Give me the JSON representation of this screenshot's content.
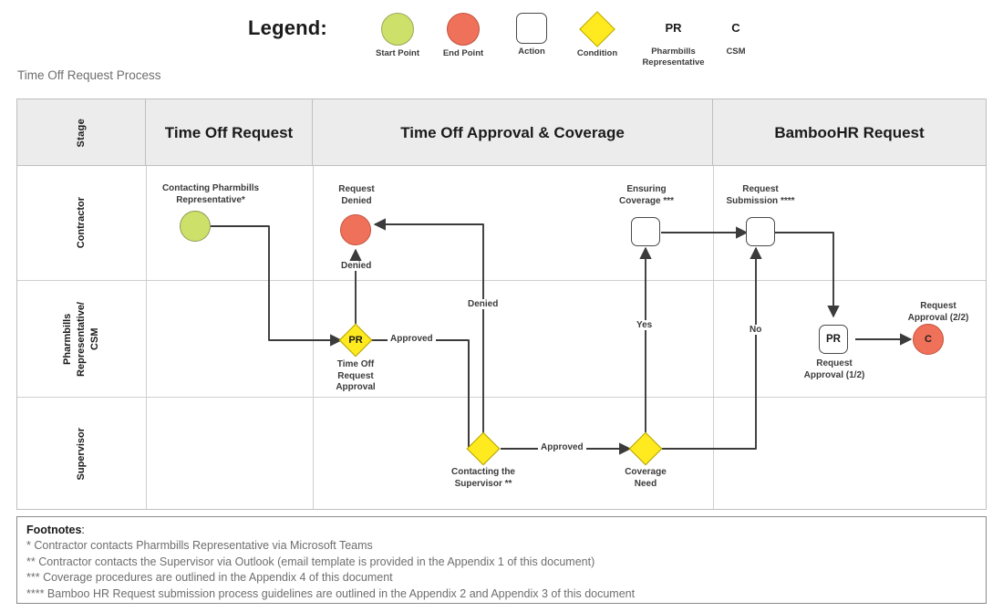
{
  "legend": {
    "title": "Legend:",
    "items": [
      {
        "name": "start-point",
        "kind": "circle-green",
        "label": "Start Point",
        "color": "#cde06a"
      },
      {
        "name": "end-point",
        "kind": "circle-red",
        "label": "End Point",
        "color": "#f0715a"
      },
      {
        "name": "action",
        "kind": "rounded-box",
        "label": "Action",
        "color": "#ffffff"
      },
      {
        "name": "condition",
        "kind": "diamond",
        "label": "Condition",
        "color": "#ffe91f"
      },
      {
        "name": "pharmbills-representative",
        "kind": "code",
        "code": "PR",
        "label": "Pharmbills Representative"
      },
      {
        "name": "csm",
        "kind": "code",
        "code": "C",
        "label": "CSM"
      }
    ]
  },
  "caption": "Time Off Request Process",
  "table": {
    "stage_header": "Stage",
    "columns": [
      "Time Off Request",
      "Time Off Approval & Coverage",
      "BambooHR Request"
    ],
    "lanes": [
      "Contractor",
      "Pharmbills Representative/ CSM",
      "Supervisor"
    ]
  },
  "flow": {
    "nodes": {
      "contacting_pr": "Contacting Pharmbills Representative*",
      "request_denied": "Request Denied",
      "ensuring_coverage": "Ensuring Coverage ***",
      "request_submission": "Request Submission ****",
      "time_off_request_approval": "Time Off Request Approval",
      "time_off_request_approval_code": "PR",
      "request_approval_1": "Request Approval (1/2)",
      "request_approval_1_code": "PR",
      "request_approval_2": "Request Approval (2/2)",
      "request_approval_2_code": "C",
      "contacting_supervisor": "Contacting the Supervisor **",
      "coverage_need": "Coverage Need"
    },
    "edges": {
      "denied_1": "Denied",
      "approved_1": "Approved",
      "denied_2": "Denied",
      "approved_2": "Approved",
      "yes": "Yes",
      "no": "No"
    }
  },
  "footnotes": {
    "heading": "Footnotes",
    "heading_colon": ":",
    "lines": [
      "* Contractor contacts Pharmbills Representative via Microsoft Teams",
      "** Contractor contacts the Supervisor via Outlook (email template is provided in the Appendix 1 of this document)",
      "*** Coverage procedures are outlined in the Appendix 4 of this document",
      "**** Bamboo HR Request submission process guidelines are outlined in the Appendix 2 and Appendix 3 of this document"
    ]
  },
  "colors": {
    "start": "#cde06a",
    "end": "#f0715a",
    "condition": "#ffe91f",
    "action": "#ffffff",
    "header_bg": "#ececec",
    "grid": "#bfbfbf",
    "stroke": "#3b3b3b"
  }
}
